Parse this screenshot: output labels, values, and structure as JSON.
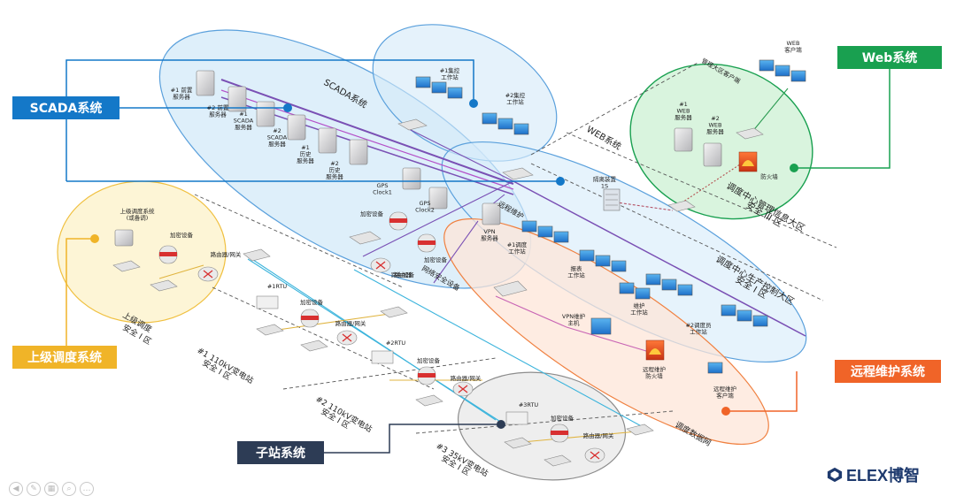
{
  "callouts": {
    "scada": "SCADA系统",
    "web": "Web系统",
    "upper": "上级调度系统",
    "remote": "远程维护系统",
    "substation": "子站系统"
  },
  "zones": {
    "scada": "SCADA系统",
    "web": "WEB系统",
    "mgmt_line1": "调度中心管理信息大区",
    "mgmt_line2": "安全 III 区",
    "prod_line1": "调度中心生产控制大区",
    "prod_line2": "安全 I 区",
    "upper_line1": "上级调度",
    "upper_line2": "安全 I 区",
    "sub1_line1": "#1 110kV变电站",
    "sub1_line2": "安全 I 区",
    "sub2_line1": "#2 110kV变电站",
    "sub2_line2": "安全 I 区",
    "sub3_line1": "#3 35kV变电站",
    "sub3_line2": "安全 I 区",
    "datanet": "调度数据网",
    "remote_access": "远程维护",
    "net_security": "网络安全设备"
  },
  "labels": {
    "fe1": "#1 前置\n服务器",
    "fe2": "#2 前置\n服务器",
    "scada1": "#1\nSCADA\n服务器",
    "scada2": "#2\nSCADA\n服务器",
    "hist1": "#1\n历史\n服务器",
    "hist2": "#2\n历史\n服务器",
    "gps1": "GPS\nClock1",
    "gps2": "GPS\nClock2",
    "ws_ctrl1": "#1集控\n工作站",
    "ws_ctrl2": "#2集控\n工作站",
    "vpn_srv": "VPN\n服务器",
    "isolator": "隔离装置\n1S",
    "enc_main": "加密设备",
    "enc_main2": "加密设备",
    "router_main": "路由器",
    "dispatch1": "#1调度\n工作站",
    "report_ws": "报表\n工作站",
    "maint_ws": "维护\n工作站",
    "dispatch2": "#2调度员\n工作站",
    "vpn_host": "VPN维护\n主机",
    "remote_fw": "远程维护\n防火墙",
    "remote_client": "远程维护\n客户端",
    "web1": "#1\nWEB\n服务器",
    "web2": "#2\nWEB\n服务器",
    "firewall": "防火墙",
    "web_client": "WEB\n客户端",
    "mgmt_users": "管理大区客户端",
    "upper_sys": "上级调度系统\n(或备调)",
    "upper_enc": "加密设备",
    "upper_router": "路由器/网关",
    "rtu1": "#1RTU",
    "rtu1_enc": "加密设备",
    "rtu1_router": "路由器/网关",
    "rtu2": "#2RTU",
    "rtu2_enc": "加密设备",
    "rtu2_router": "路由器/网关",
    "rtu3": "#3RTU",
    "rtu3_enc": "加密设备",
    "rtu3_router": "路由器/网关",
    "fw_route": "路由设备"
  },
  "logo": {
    "text": "ELEX博智"
  },
  "colors": {
    "scada": "#1478c8",
    "web": "#19a050",
    "upper": "#f0b428",
    "remote": "#f06428",
    "substation": "#2d3c55"
  }
}
